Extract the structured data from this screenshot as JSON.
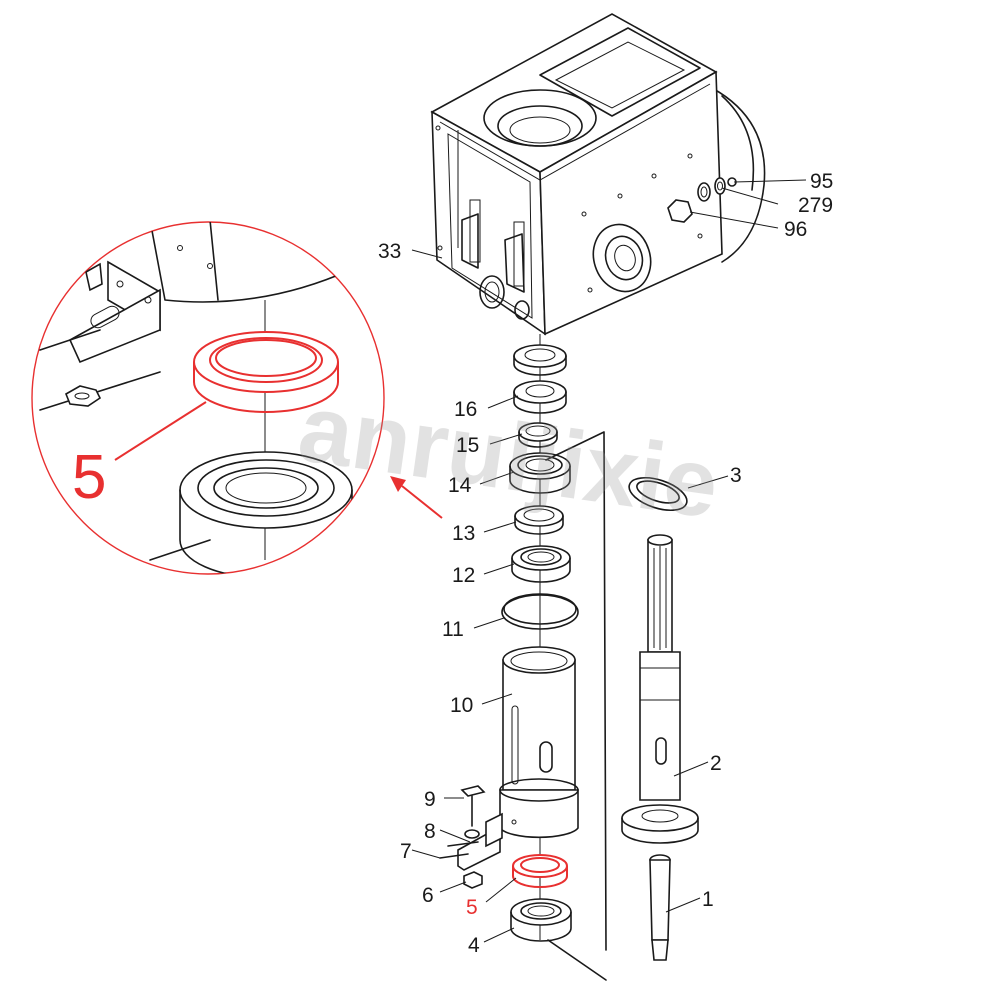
{
  "diagram": {
    "watermark": "anruijixie",
    "zoom_callout": {
      "part": "5"
    },
    "labels": [
      {
        "id": "33",
        "text": "33"
      },
      {
        "id": "95",
        "text": "95"
      },
      {
        "id": "279",
        "text": "279"
      },
      {
        "id": "96",
        "text": "96"
      },
      {
        "id": "16",
        "text": "16"
      },
      {
        "id": "15",
        "text": "15"
      },
      {
        "id": "14",
        "text": "14"
      },
      {
        "id": "13",
        "text": "13"
      },
      {
        "id": "12",
        "text": "12"
      },
      {
        "id": "11",
        "text": "11"
      },
      {
        "id": "10",
        "text": "10"
      },
      {
        "id": "9",
        "text": "9"
      },
      {
        "id": "8",
        "text": "8"
      },
      {
        "id": "7",
        "text": "7"
      },
      {
        "id": "6",
        "text": "6"
      },
      {
        "id": "5",
        "text": "5"
      },
      {
        "id": "4",
        "text": "4"
      },
      {
        "id": "3",
        "text": "3"
      },
      {
        "id": "2",
        "text": "2"
      },
      {
        "id": "1",
        "text": "1"
      }
    ],
    "colors": {
      "line": "#1a1a1a",
      "highlight": "#e83030",
      "background": "#ffffff"
    }
  }
}
